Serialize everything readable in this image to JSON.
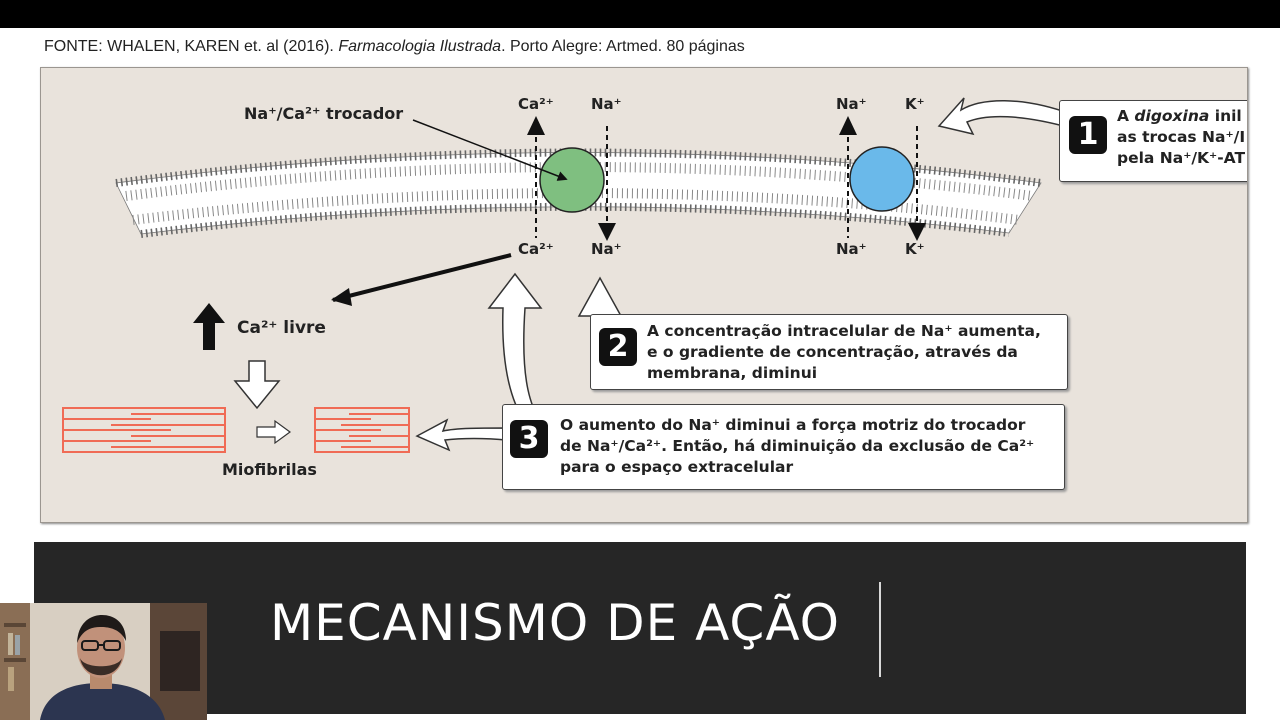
{
  "source": {
    "prefix": "FONTE: WHALEN, KAREN et. al (2016).",
    "book_title": "Farmacologia Ilustrada",
    "suffix": ". Porto Alegre: Artmed. 80 páginas"
  },
  "diagram": {
    "exchanger_label": "Na⁺/Ca²⁺ trocador",
    "ions": {
      "ca_out": "Ca²⁺",
      "na_out_1": "Na⁺",
      "ca_in": "Ca²⁺",
      "na_in_1": "Na⁺",
      "na_out_2": "Na⁺",
      "k_out": "K⁺",
      "na_in_2": "Na⁺",
      "k_in": "K⁺"
    },
    "free_calcium_label": "Ca²⁺ livre",
    "myofibrils_label": "Miofibrilas",
    "colors": {
      "background": "#e9e3dc",
      "exchanger": "#7fbf80",
      "pump": "#6ab9ea",
      "myofibril": "#f06b55"
    },
    "callouts": [
      {
        "number": "1",
        "line1_a": "A ",
        "line1_italic": "digoxina",
        "line1_b": " inil",
        "line2": "as trocas Na⁺/I",
        "line3": "pela Na⁺/K⁺-AT"
      },
      {
        "number": "2",
        "lines": [
          "A concentração intracelular de Na⁺ aumenta,",
          "e o gradiente de concentração, através da",
          "membrana, diminui"
        ]
      },
      {
        "number": "3",
        "lines": [
          "O aumento do Na⁺ diminui a força motriz do trocador",
          "de Na⁺/Ca²⁺. Então, há diminuição da exclusão de Ca²⁺",
          "para o espaço extracelular"
        ]
      }
    ]
  },
  "banner": {
    "title": "MECANISMO DE AÇÃO"
  }
}
